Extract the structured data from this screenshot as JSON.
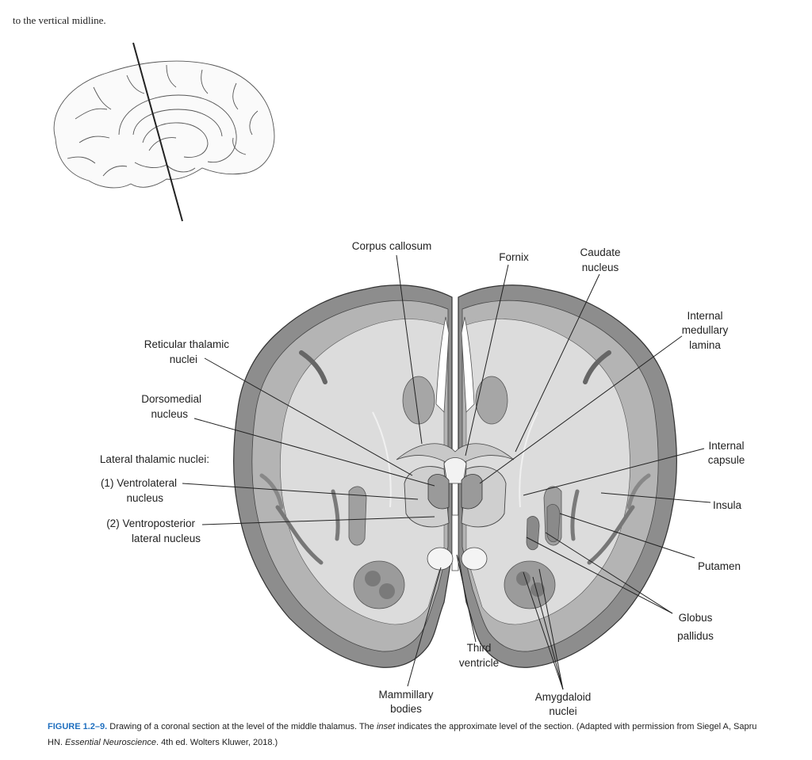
{
  "intro_text": "to the vertical midline.",
  "labels": {
    "corpus_callosum": "Corpus callosum",
    "fornix": "Fornix",
    "caudate_1": "Caudate",
    "caudate_2": "nucleus",
    "internal_medullary_1": "Internal",
    "internal_medullary_2": "medullary",
    "internal_medullary_3": "lamina",
    "reticular_1": "Reticular thalamic",
    "reticular_2": "nuclei",
    "dorsomedial_1": "Dorsomedial",
    "dorsomedial_2": "nucleus",
    "lateral_thalamic": "Lateral thalamic nuclei:",
    "ventrolateral_1": "(1) Ventrolateral",
    "ventrolateral_2": "nucleus",
    "ventroposterior_1": "(2) Ventroposterior",
    "ventroposterior_2": "lateral nucleus",
    "internal_capsule_1": "Internal",
    "internal_capsule_2": "capsule",
    "insula": "Insula",
    "putamen": "Putamen",
    "globus_1": "Globus",
    "globus_2": "pallidus",
    "third_ventricle_1": "Third",
    "third_ventricle_2": "ventricle",
    "mammillary_1": "Mammillary",
    "mammillary_2": "bodies",
    "amygdaloid_1": "Amygdaloid",
    "amygdaloid_2": "nuclei"
  },
  "caption": {
    "figure_id": "FIGURE 1.2–9.",
    "text_1": " Drawing of a coronal section at the level of the middle thalamus. The ",
    "inset_word": "inset",
    "text_2": " indicates the approximate level of the section. (Adapted with permission from Siegel A, Sapru HN. ",
    "book": "Essential Neuroscience",
    "text_3": ". 4th ed. Wolters Kluwer, 2018.)"
  }
}
